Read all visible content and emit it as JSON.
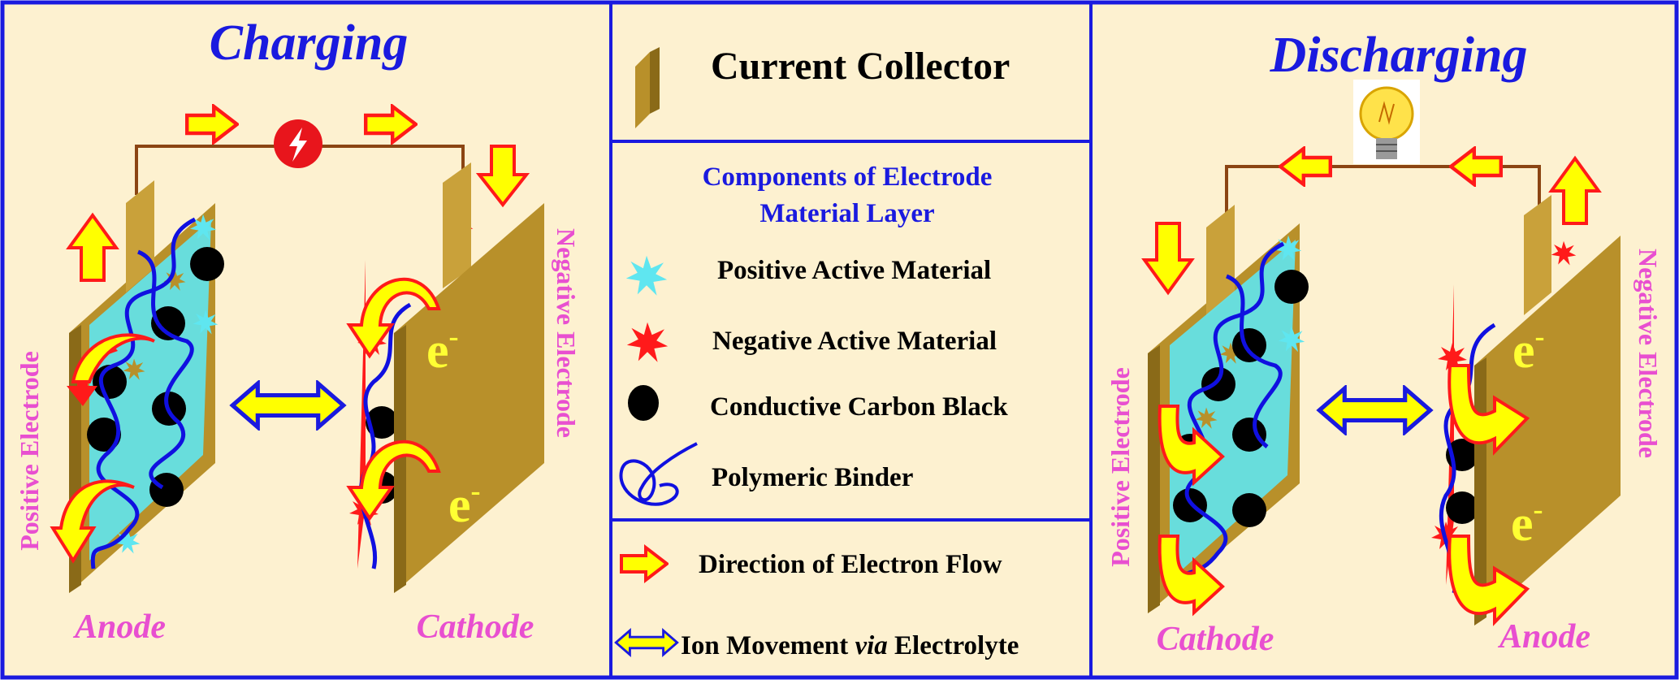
{
  "charging": {
    "title": "Charging",
    "left_electrode_label": "Positive Electrode",
    "right_electrode_label": "Negative Electrode",
    "left_bottom_label": "Anode",
    "right_bottom_label": "Cathode",
    "electron_symbol": "e",
    "electron_charge": "-"
  },
  "discharging": {
    "title": "Discharging",
    "left_electrode_label": "Positive Electrode",
    "right_electrode_label": "Negative Electrode",
    "left_bottom_label": "Cathode",
    "right_bottom_label": "Anode",
    "electron_symbol": "e",
    "electron_charge": "-"
  },
  "legend": {
    "current_collector": "Current Collector",
    "components_title_line1": "Components of Electrode",
    "components_title_line2": "Material Layer",
    "positive_active": "Positive Active Material",
    "negative_active": "Negative Active Material",
    "carbon_black": "Conductive Carbon Black",
    "binder": "Polymeric Binder",
    "electron_flow": "Direction of Electron Flow",
    "ion_movement_prefix": "Ion Movement",
    "ion_movement_via": "via",
    "ion_movement_suffix": "Electrolyte"
  },
  "colors": {
    "background": "#fdf1d0",
    "border": "#1a1adf",
    "title_blue": "#1a1adf",
    "label_pink": "#e84fd0",
    "collector_gold": "#b8902a",
    "positive_active_cyan": "#5fe6f0",
    "negative_active_red": "#ff1a1a",
    "carbon_black": "#000000",
    "binder_blue": "#1010e0",
    "arrow_yellow": "#ffff00",
    "arrow_red": "#ff1a1a",
    "electron_yellow": "#ffff33"
  }
}
